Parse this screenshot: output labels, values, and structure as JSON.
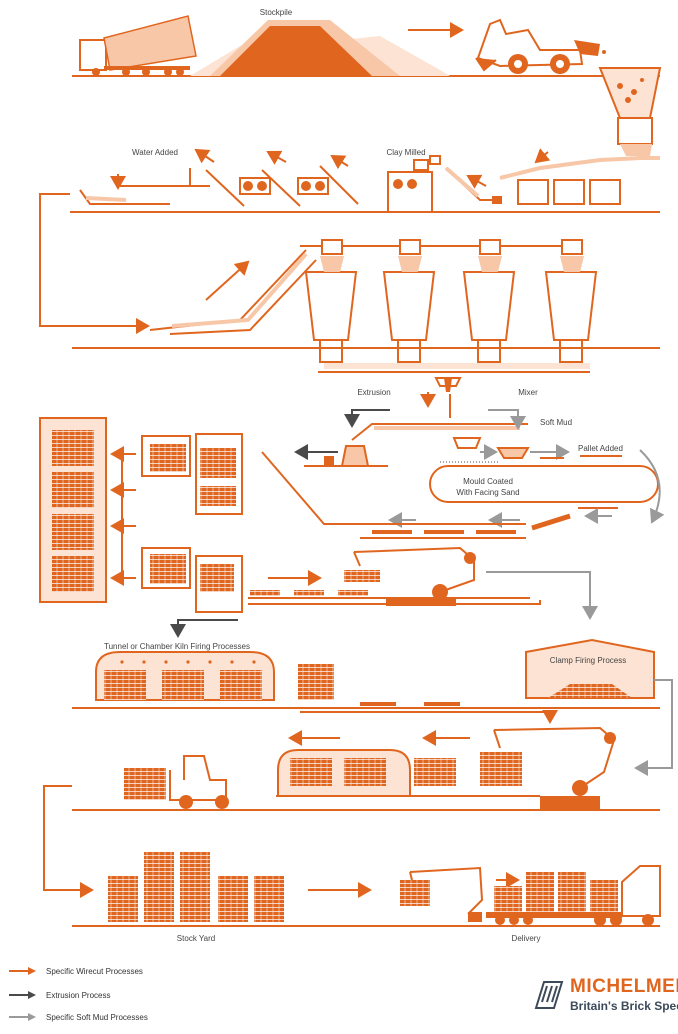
{
  "colors": {
    "orange": "#e0661f",
    "peach": "#f7c7a8",
    "pale": "#fde3d3",
    "dark_grey": "#4a4a4a",
    "grey": "#9a9a9a",
    "navy": "#3d4a5a"
  },
  "stages": {
    "stockpile": "Stockpile",
    "water_added": "Water Added",
    "clay_milled": "Clay Milled",
    "extrusion": "Extrusion",
    "mixer": "Mixer",
    "soft_mud": "Soft Mud",
    "pallet_added": "Pallet Added",
    "mould_coated_1": "Mould Coated",
    "mould_coated_2": "With Facing Sand",
    "tunnel_kiln": "Tunnel or Chamber Kiln Firing Processes",
    "clamp_firing": "Clamp Firing Process",
    "stock_yard": "Stock Yard",
    "delivery": "Delivery"
  },
  "legend": [
    {
      "label": "Specific Wirecut Processes",
      "color": "#e0661f"
    },
    {
      "label": "Extrusion Process",
      "color": "#4a4a4a"
    },
    {
      "label": "Specific Soft Mud Processes",
      "color": "#9a9a9a"
    }
  ],
  "brand": {
    "name": "MICHELMEF",
    "tagline": "Britain's Brick Spec"
  }
}
